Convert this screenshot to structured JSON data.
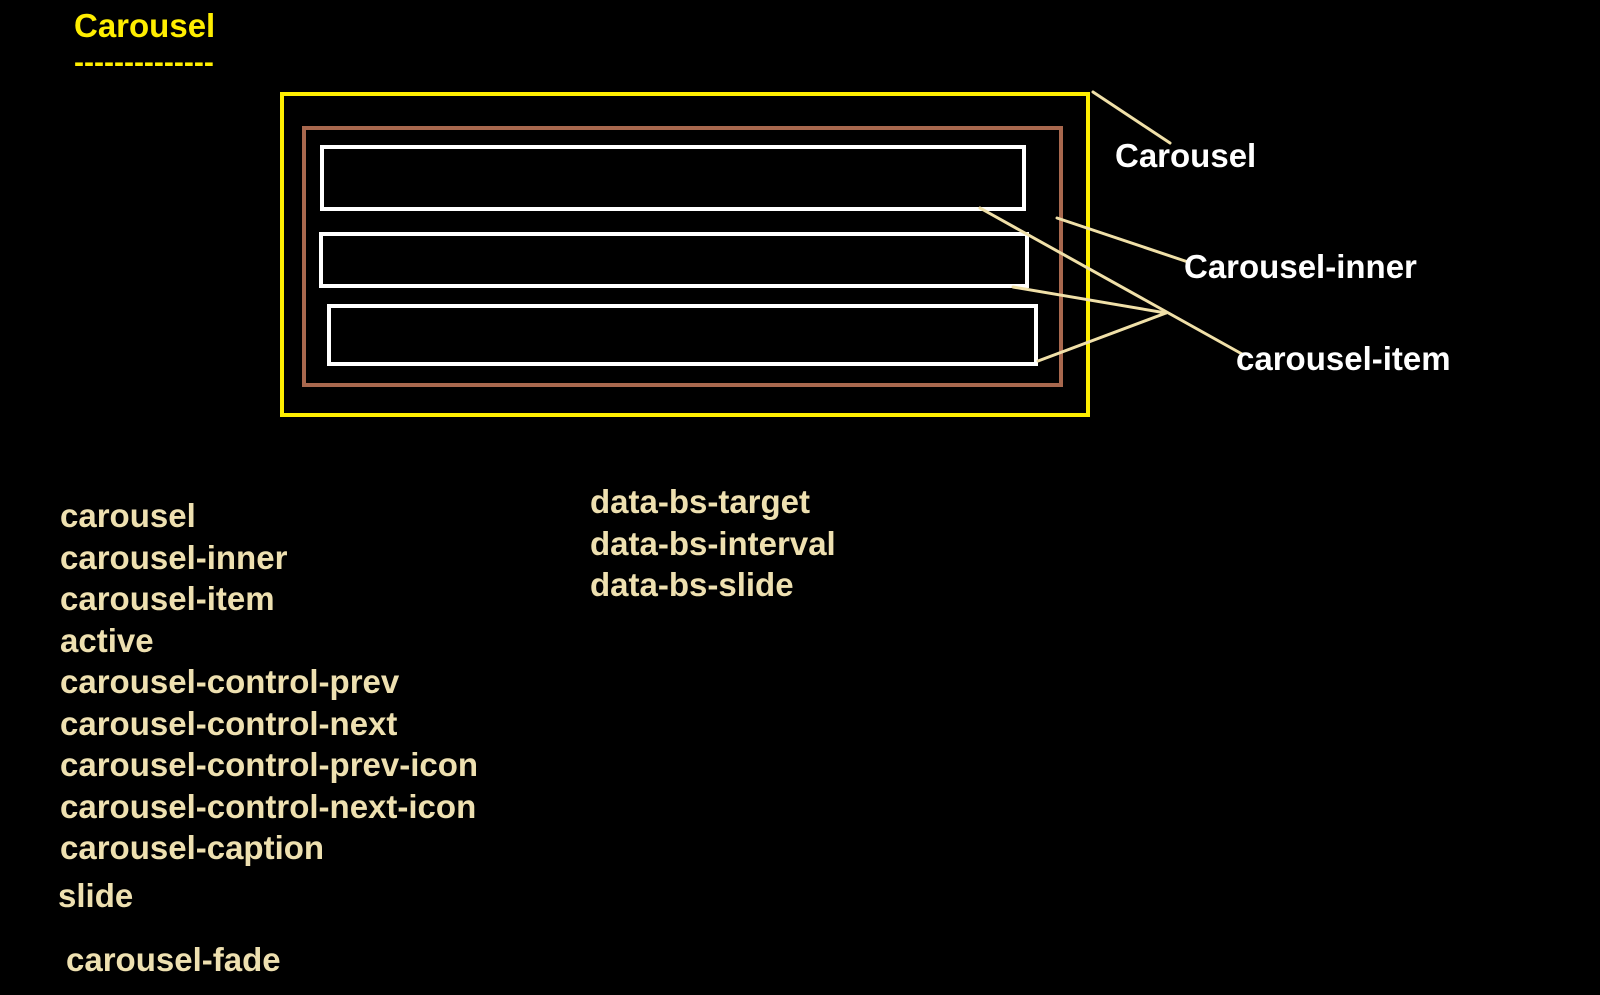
{
  "heading": {
    "title": "Carousel",
    "underline": "--------------"
  },
  "diagram": {
    "colors": {
      "carousel": "#FFEE00",
      "carousel_inner": "#A8684E",
      "carousel_item": "#FFFFFF",
      "connector": "#F0E0A8"
    },
    "labels": {
      "carousel": "Carousel",
      "carousel_inner": "Carousel-inner",
      "carousel_item": "carousel-item"
    }
  },
  "class_list": [
    "carousel",
    "carousel-inner",
    "carousel-item",
    "active",
    "carousel-control-prev",
    "carousel-control-next",
    "carousel-control-prev-icon",
    "carousel-control-next-icon",
    "carousel-caption"
  ],
  "extra_classes": {
    "slide": "slide",
    "fade": "carousel-fade"
  },
  "attribute_list": [
    "data-bs-target",
    "data-bs-interval",
    "data-bs-slide"
  ]
}
